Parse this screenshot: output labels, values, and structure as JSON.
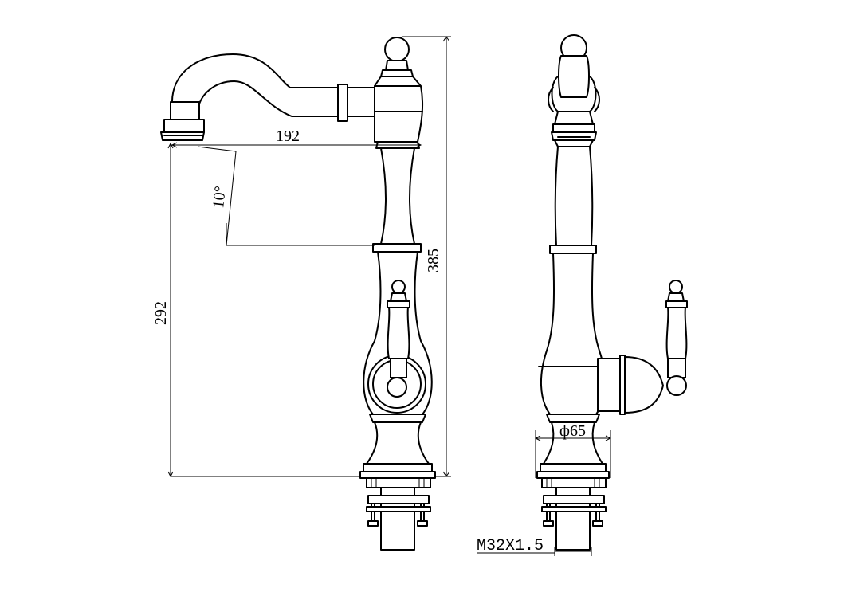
{
  "dimensions": {
    "spout_reach": "192",
    "angle": "10°",
    "overall_height": "385",
    "spout_height": "292",
    "base_diameter": "ф65",
    "thread": "M32X1.5"
  }
}
